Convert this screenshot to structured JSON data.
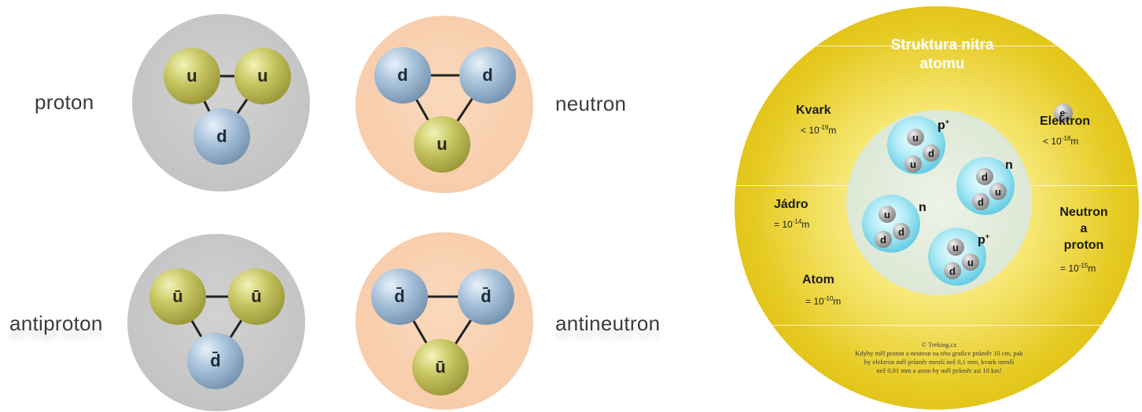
{
  "hadrons": [
    {
      "label": "proton",
      "quarks": [
        "u",
        "u",
        "d"
      ],
      "bg": "gray"
    },
    {
      "label": "neutron",
      "quarks": [
        "d",
        "d",
        "u"
      ],
      "bg": "peach"
    },
    {
      "label": "antiproton",
      "quarks": [
        "ū",
        "ū",
        "d̄"
      ],
      "bg": "gray"
    },
    {
      "label": "antineutron",
      "quarks": [
        "d̄",
        "d̄",
        "ū"
      ],
      "bg": "peach"
    }
  ],
  "atom": {
    "title_line1": "Struktura nitra",
    "title_line2": "atomu",
    "electron_symbol": "e",
    "electron_charge": "-",
    "kvark": {
      "name": "Kvark",
      "prefix": "< 10",
      "exp": "-19",
      "unit": "m"
    },
    "elektron": {
      "name": "Elektron",
      "prefix": "< 10",
      "exp": "-18",
      "unit": "m"
    },
    "jadro": {
      "name": "Jádro",
      "prefix": "= 10",
      "exp": "-14",
      "unit": "m"
    },
    "neutron_proton": {
      "line1": "Neutron",
      "line2": "a",
      "line3": "proton",
      "prefix": "= 10",
      "exp": "-15",
      "unit": "m"
    },
    "atom_size": {
      "name": "Atom",
      "prefix": "= 10",
      "exp": "-10",
      "unit": "m"
    },
    "nucleons": [
      {
        "label": "p",
        "charge": "+",
        "quarks": [
          "u",
          "d",
          "u"
        ]
      },
      {
        "label": "n",
        "charge": "",
        "quarks": [
          "d",
          "u",
          "d"
        ]
      },
      {
        "label": "n",
        "charge": "",
        "quarks": [
          "u",
          "d",
          "d"
        ]
      },
      {
        "label": "p",
        "charge": "+",
        "quarks": [
          "u",
          "u",
          "d"
        ]
      }
    ],
    "credit_line1": "© Treking.cz",
    "credit_line2": "Kdyby měl proton a neutron na této grafice  průměr 10 cm, pak",
    "credit_line3": "by  elektron měl průměr menší než 0,1 mm, kvark menší",
    "credit_line4": "než 0,01 mm a atom by měl průměr asi 10 km!"
  }
}
